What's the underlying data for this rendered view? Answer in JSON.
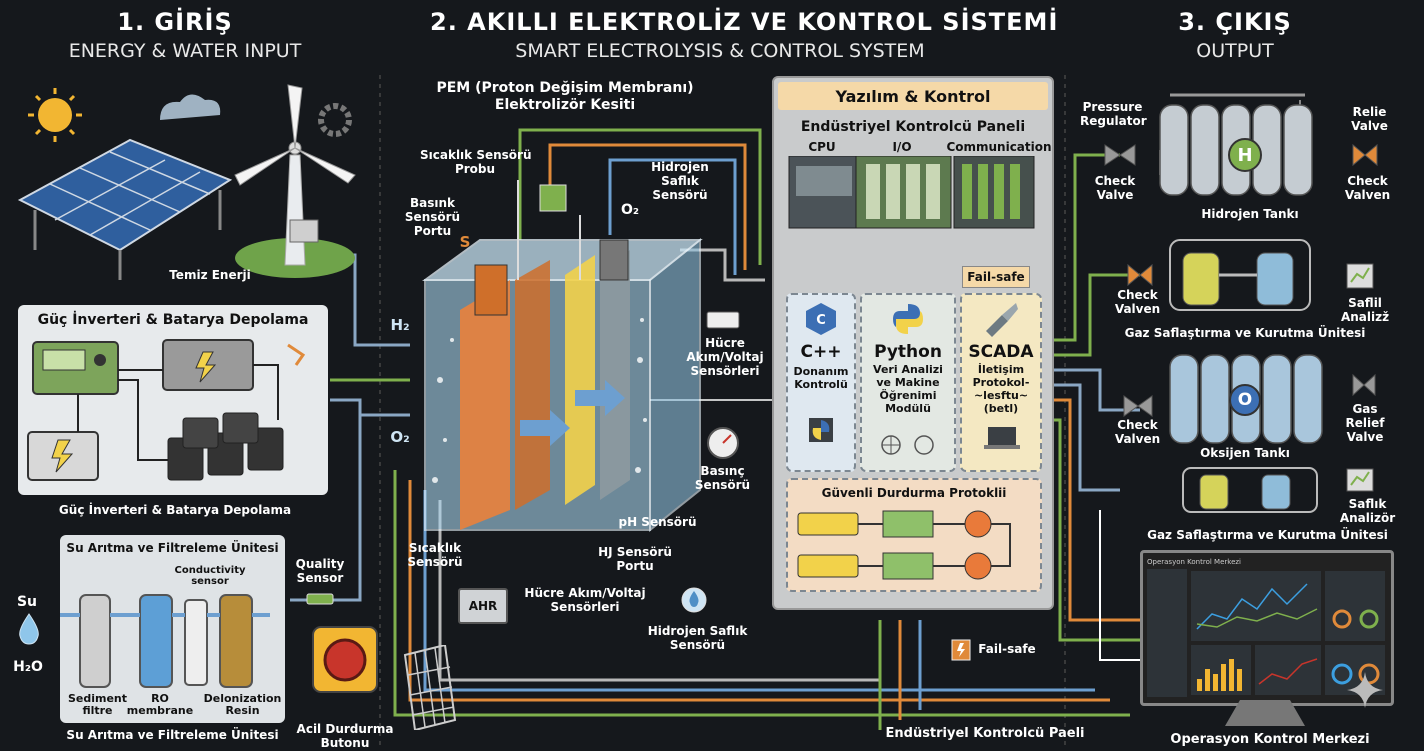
{
  "sections": {
    "input": {
      "number": "1. GİRİŞ",
      "subtitle": "ENERGY & WATER INPUT"
    },
    "system": {
      "number": "2. AKILLI ELEKTROLİZ VE KONTROL SİSTEMİ",
      "subtitle": "SMART ELECTROLYSIS & CONTROL SYSTEM"
    },
    "output": {
      "number": "3. ÇIKIŞ",
      "subtitle": "OUTPUT"
    }
  },
  "input": {
    "clean_energy": "Temiz Enerji",
    "inverter_title": "Güç İnverteri & Batarya Depolama",
    "inverter_caption": "Güç İnverteri & Batarya Depolama",
    "water_title": "Su Arıtma ve Filtreleme Ünitesi",
    "water_caption": "Su Arıtma ve Filtreleme Ünitesi",
    "conductivity": [
      "Conductivity",
      "sensor"
    ],
    "sediment": [
      "Sediment",
      "filtre"
    ],
    "ro": [
      "RO",
      "membrane"
    ],
    "deion": [
      "Delonization",
      "Resin"
    ],
    "su": "Su",
    "h2o": "H₂O",
    "quality_sensor": [
      "Quality",
      "Sensor"
    ],
    "emergency_button": [
      "Acil Durdurma",
      "Butonu"
    ]
  },
  "electrolyzer": {
    "title": [
      "PEM (Proton Değişim Membranı)",
      "Elektrolizör Kesiti"
    ],
    "temp_probe": [
      "Sıcaklık Sensörü",
      "Probu"
    ],
    "pressure_port": [
      "Basınk",
      "Sensörü",
      "Portu"
    ],
    "h2_purity_top": [
      "Hidrojen",
      "Saflık",
      "Sensörü"
    ],
    "o2_top": "O₂",
    "h2_in": "H₂",
    "o2_in": "O₂",
    "s_mark": "S",
    "cell_sensors_right": [
      "Hücre",
      "Akım/Voltaj",
      "Sensörleri"
    ],
    "pressure_sensor": [
      "Basınç",
      "Sensörü"
    ],
    "ph_sensor": "pH Sensörü",
    "temp_sensor_bottom": [
      "Sıcaklık",
      "Sensörü"
    ],
    "hj_sensor": [
      "HJ Sensörü",
      "Portu"
    ],
    "cell_sensors_bottom": [
      "Hücre Akım/Voltaj",
      "Sensörleri"
    ],
    "h2_purity_bottom": [
      "Hidrojen Saflık",
      "Sensörü"
    ],
    "ahr": "AHR"
  },
  "control": {
    "title": "Yazılım & Kontrol",
    "panel_title": "Endüstriyel Kontrolcü Paneli",
    "cpu": "CPU",
    "io": "I/O",
    "comm": "Communication",
    "failsafe_top": "Fail-safe",
    "cpp": {
      "name": "C++",
      "desc": [
        "Donanım",
        "Kontrolü"
      ]
    },
    "python": {
      "name": "Python",
      "desc": [
        "Veri Analizi",
        "ve Makine",
        "Öğrenimi",
        "Modülü"
      ]
    },
    "scada": {
      "name": "SCADA",
      "desc": [
        "İletişim",
        "Protokol-",
        "~lesftu~",
        "(betl)"
      ]
    },
    "safe_shutdown": "Güvenli Durdurma Protoklii",
    "failsafe_bottom": "Fail-safe",
    "caption": "Endüstriyel Kontrolcü Paeli"
  },
  "output": {
    "pressure_reg": [
      "Pressure",
      "Regulator"
    ],
    "relie_valve": [
      "Relie",
      "Valve"
    ],
    "check_valve1": [
      "Check",
      "Valve"
    ],
    "check_valven1": [
      "Check",
      "Valven"
    ],
    "h_mark": "H",
    "h2_tank": "Hidrojen Tankı",
    "check_valven2": [
      "Check",
      "Valven"
    ],
    "saflil": [
      "Saflil",
      "Analizž"
    ],
    "gas_purif1": "Gaz Saflaştırma ve Kurutma Ünitesi",
    "o_mark": "O",
    "check_valven3": [
      "Check",
      "Valven"
    ],
    "gas_relief": [
      "Gas",
      "Relief",
      "Valve"
    ],
    "o2_tank": "Oksijen Tankı",
    "saflik": [
      "Saflık",
      "Analizör"
    ],
    "gas_purif2": "Gaz Saflaştırma ve Kurutma Ünitesi",
    "ops_center": "Operasyon Kontrol Merkezi",
    "dashboard_title": "Operasyon Kontrol Merkezi"
  },
  "colors": {
    "bg": "#15181c",
    "control_panel": "#c9cbcc",
    "control_header": "#f5d9a8",
    "cell_blue": "#a8d4ec",
    "cell_orange": "#e9823c",
    "cell_yellow": "#f2d24a",
    "cell_grey": "#8d9aa0",
    "wire_green": "#7fb04d",
    "wire_orange": "#e08a3a",
    "wire_blue": "#6d9fd0",
    "wire_grey": "#b8b8b8"
  }
}
